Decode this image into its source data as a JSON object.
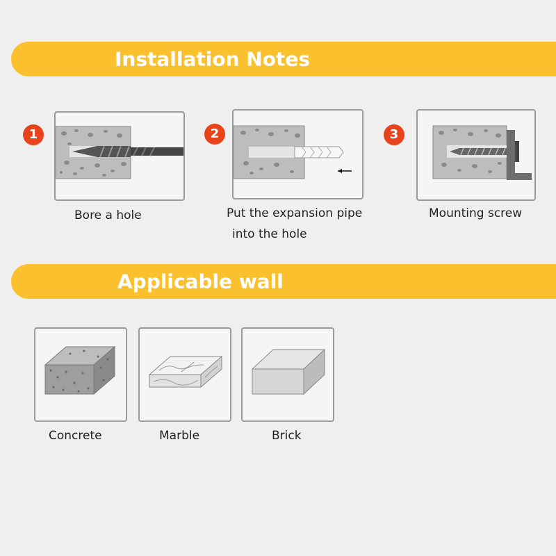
{
  "installation": {
    "title": "Installation Notes",
    "steps": [
      {
        "number": "1",
        "caption_lines": [
          "Bore a hole"
        ],
        "icon": "drill-into-wall-icon"
      },
      {
        "number": "2",
        "caption_lines": [
          "Put the expansion pipe",
          "into the hole"
        ],
        "icon": "insert-anchor-icon"
      },
      {
        "number": "3",
        "caption_lines": [
          "Mounting screw"
        ],
        "icon": "screw-bracket-icon"
      }
    ]
  },
  "walls": {
    "title": "Applicable wall",
    "items": [
      {
        "label": "Concrete",
        "icon": "concrete-block-icon"
      },
      {
        "label": "Marble",
        "icon": "marble-block-icon"
      },
      {
        "label": "Brick",
        "icon": "brick-block-icon"
      }
    ]
  },
  "colors": {
    "banner": "#fbc02d",
    "badge": "#e8431a",
    "background": "#efefef"
  }
}
